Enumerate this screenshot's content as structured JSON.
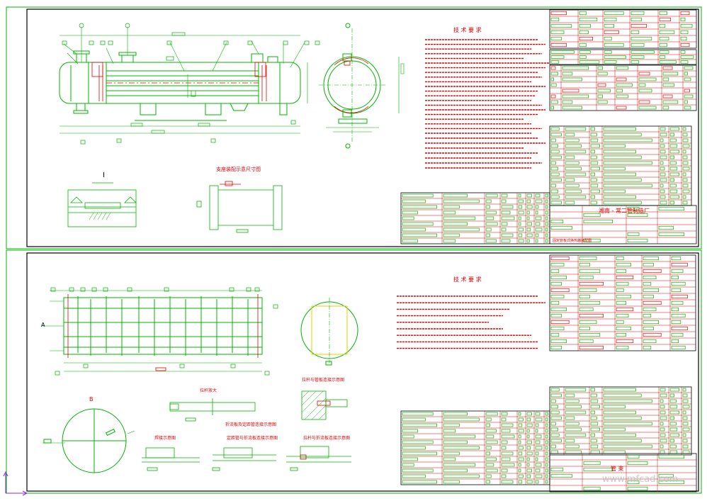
{
  "colors": {
    "green": "#00b400",
    "red": "#e00000",
    "black": "#000000",
    "yellow": "#e6d200",
    "purple": "#8a2be2",
    "watermark": "#bdbdbd",
    "background": "#ffffff"
  },
  "sheet1": {
    "detail_label": "I",
    "notes_title": "技 术 要 求",
    "detail_caption": "支座装配示意尺寸图",
    "title_block_name": "湘南 - 常二管制造厂",
    "title_block_drawing": "固定管板式换热器装配图"
  },
  "sheet2": {
    "notes_title": "技 术 要 求",
    "section_label": "A",
    "view_label": "B",
    "detail_caption_1": "拉杆放大",
    "detail_caption_2": "拉杆与管板连接示意图",
    "detail_caption_3": "折流板及定距管连接示意图",
    "detail_caption_4": "焊接示意图",
    "detail_caption_5": "定距管与折流板连接示意图",
    "detail_caption_6": "拉杆与折流板连接示意图",
    "stamp_label": "管 束",
    "watermark_text": "www.mfcad.com"
  },
  "ucs_icon": "ucs-axis-icon"
}
